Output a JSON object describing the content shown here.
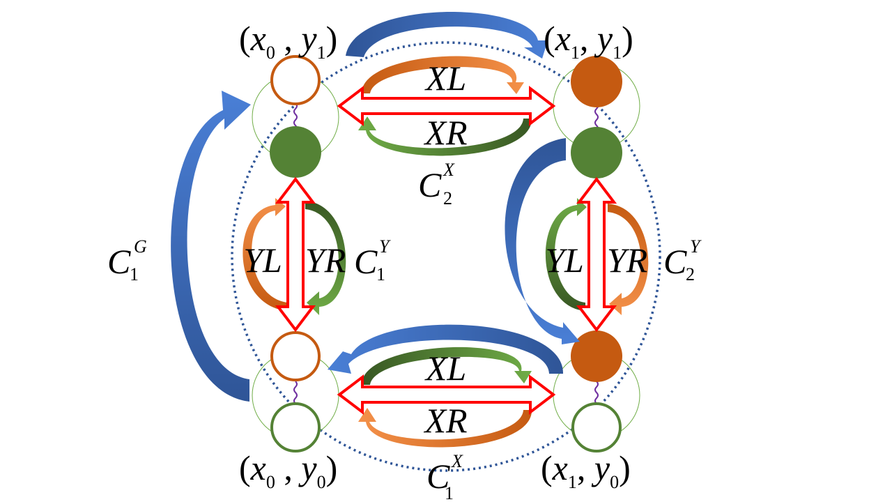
{
  "nodes": {
    "top_left": {
      "coord": {
        "x": "x",
        "xs": "0",
        "y": "y",
        "ys": "1"
      }
    },
    "top_right": {
      "coord": {
        "x": "x",
        "xs": "1",
        "y": "y",
        "ys": "1"
      }
    },
    "bottom_left": {
      "coord": {
        "x": "x",
        "xs": "0",
        "y": "y",
        "ys": "0"
      }
    },
    "bottom_right": {
      "coord": {
        "x": "x",
        "xs": "1",
        "y": "y",
        "ys": "0"
      }
    }
  },
  "operations": {
    "top_xl": "XL",
    "top_xr": "XR",
    "bottom_xl": "XL",
    "bottom_xr": "XR",
    "left_yl": "YL",
    "left_yr": "YR",
    "right_yl": "YL",
    "right_yr": "YR"
  },
  "gates": {
    "c2x": {
      "base": "C",
      "sup": "X",
      "sub": "2"
    },
    "c1x": {
      "base": "C",
      "sup": "X",
      "sub": "1"
    },
    "c1g": {
      "base": "C",
      "sup": "G",
      "sub": "1"
    },
    "c1y": {
      "base": "C",
      "sup": "Y",
      "sub": "1"
    },
    "c2y": {
      "base": "C",
      "sup": "Y",
      "sub": "2"
    }
  },
  "colors": {
    "orange": "#c55a11",
    "light_orange": "#ed7d31",
    "green": "#548235",
    "dark_green": "#3b6b27",
    "blue": "#4472c4",
    "dark_blue": "#2f5597",
    "red": "#ff0000",
    "purple": "#7030a0",
    "thin_green": "#70ad47",
    "dotted_blue": "#2f5597"
  }
}
